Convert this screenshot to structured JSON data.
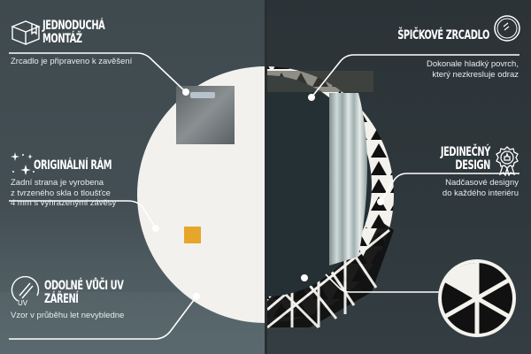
{
  "features": {
    "simple_mounting": {
      "title_line1": "JEDNODUCHÁ",
      "title_line2": "MONTÁŽ",
      "description": "Zrcadlo je připraveno k zavěšení",
      "icon": "box-icon"
    },
    "original_frame": {
      "title": "ORIGINÁLNÍ RÁM",
      "description_line1": "Zadní strana je vyrobena",
      "description_line2": "z tvrzeného skla o tloušťce",
      "description_line3": "4 mm s vyhrazenými závěsy",
      "icon": "sparkles-icon"
    },
    "uv_resistant": {
      "title_line1": "ODOLNÉ VŮČI UV",
      "title_line2": "ZÁŘENÍ",
      "description": "Vzor v průběhu let nevybledne",
      "icon": "uv-icon",
      "icon_label": "UV"
    },
    "top_mirror": {
      "title": "ŠPIČKOVÉ ZRCADLO",
      "description_line1": "Dokonale hladký povrch,",
      "description_line2": "který nezkresluje odraz",
      "icon": "mirror-icon"
    },
    "unique_design": {
      "title_line1": "JEDINEČNÝ",
      "title_line2": "DESIGN",
      "description_line1": "Nadčasové designy",
      "description_line2": "do každého interiéru",
      "icon": "award-badge-icon"
    }
  },
  "colors": {
    "background_left": "#434f54",
    "background_right": "#2f383c",
    "mirror_back": "#f2f1ee",
    "frame_cream": "#f4f2ec",
    "pattern_black": "#111111",
    "hanger_metal": "#6f7578",
    "mounting_tape": "#e6a62a",
    "callout_line": "#ffffff"
  }
}
